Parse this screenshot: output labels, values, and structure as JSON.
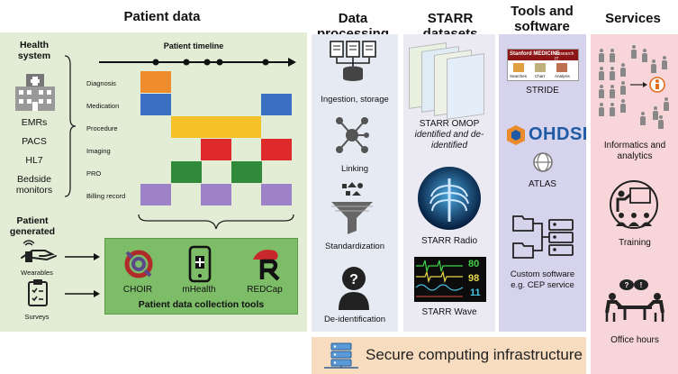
{
  "patient_data": {
    "title": "Patient data",
    "health_system": {
      "heading": "Health system",
      "items": [
        "EMRs",
        "PACS",
        "HL7",
        "Bedside monitors"
      ]
    },
    "timeline": {
      "title": "Patient timeline",
      "rows": [
        "Diagnosis",
        "Medication",
        "Procedure",
        "Imaging",
        "PRO",
        "Billing record"
      ],
      "colors": {
        "Diagnosis": "#ee8c2e",
        "Medication": "#3a6fc4",
        "Procedure": "#f5c22a",
        "Imaging": "#de2a2a",
        "PRO": "#2f8a3a",
        "Billing record": "#9e82c7"
      }
    },
    "patient_generated": {
      "heading": "Patient generated",
      "items": [
        "Wearables",
        "Surveys"
      ]
    },
    "collection_tools": {
      "title": "Patient data collection tools",
      "tools": [
        "CHOIR",
        "mHealth",
        "REDCap"
      ]
    }
  },
  "data_processing": {
    "title": "Data processing",
    "steps": [
      "Ingestion, storage",
      "Linking",
      "Standardization",
      "De-identification"
    ]
  },
  "starr_datasets": {
    "title": "STARR datasets",
    "items": [
      {
        "name": "STARR OMOP",
        "subtitle": "identified and de-identified"
      },
      {
        "name": "STARR Radio"
      },
      {
        "name": "STARR Wave"
      }
    ],
    "monitor_values": [
      "80",
      "98",
      "11"
    ]
  },
  "tools_software": {
    "title": "Tools and software",
    "items": [
      "STRIDE",
      "ATLAS",
      "Custom software e.g. CEP service"
    ],
    "ohdsi_logo": "OHDSI",
    "stanford_logo": "Stanford MEDICINE",
    "stanford_logo_right": "Research IT",
    "stride_tabs": [
      "Searches",
      "Chart",
      "Analysis"
    ]
  },
  "services": {
    "title": "Services",
    "items": [
      "Informatics and analytics",
      "Training",
      "Office hours"
    ]
  },
  "infrastructure": {
    "label": "Secure computing infrastructure"
  },
  "colors": {
    "patient_bg": "#e3ecd5",
    "tools_bg": "#7dbd68",
    "processing_bg": "#e6ebf3",
    "datasets_bg": "#ebeaf3",
    "software_bg": "#d6d3ed",
    "services_bg": "#f7d5d8",
    "infra_bg": "#f8dcc0"
  }
}
